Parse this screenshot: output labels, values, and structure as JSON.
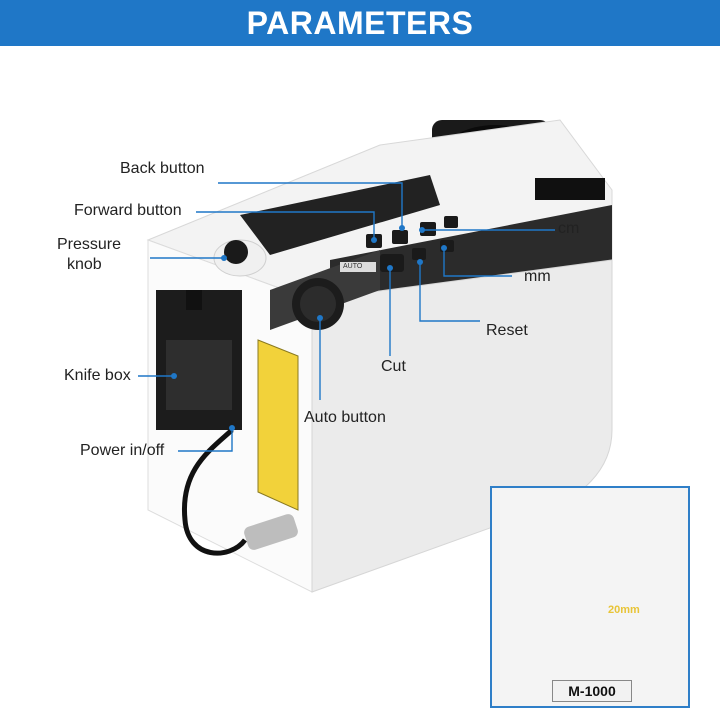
{
  "banner": {
    "title": "PARAMETERS",
    "color": "#1f77c7"
  },
  "labels": {
    "back_button": "Back button",
    "forward_button": "Forward button",
    "pressure_knob_line1": "Pressure",
    "pressure_knob_line2": "knob",
    "knife_box": "Knife box",
    "power": "Power in/off",
    "cm": "cm",
    "mm": "mm",
    "reset": "Reset",
    "cut": "Cut",
    "auto_button": "Auto button"
  },
  "panel": {
    "auto_tag": "AUTO"
  },
  "inset": {
    "dimension": "20mm",
    "model": "M-1000",
    "border_color": "#2f7fc8"
  }
}
